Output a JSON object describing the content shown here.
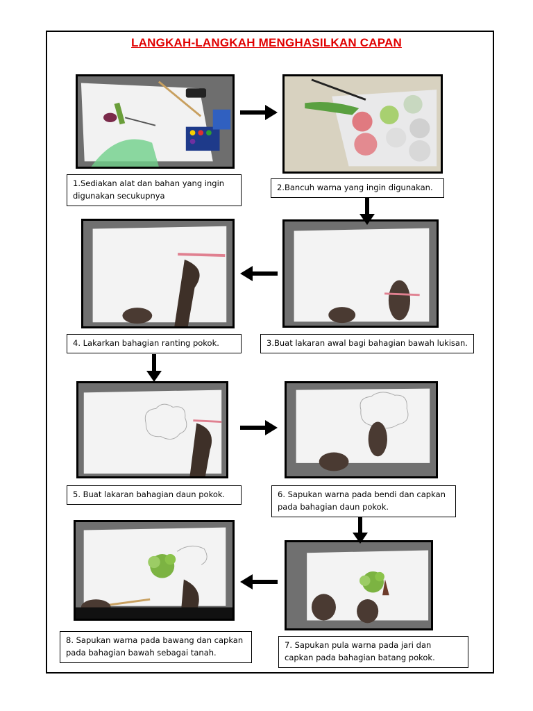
{
  "title": "LANGKAH-LANGKAH MENGHASILKAN CAPAN",
  "steps": [
    {
      "caption": "1.Sediakan alat dan bahan yang ingin digunakan secukupnya",
      "photo": "tools-and-materials-photo"
    },
    {
      "caption": "2.Bancuh warna yang ingin digunakan.",
      "photo": "mixing-paint-photo"
    },
    {
      "caption": "3.Buat lakaran awal bagi bahagian bawah lukisan.",
      "photo": "sketch-bottom-photo"
    },
    {
      "caption": "4. Lakarkan bahagian ranting pokok.",
      "photo": "sketch-branches-photo"
    },
    {
      "caption": "5. Buat lakaran bahagian daun pokok.",
      "photo": "sketch-leaves-photo"
    },
    {
      "caption": "6. Sapukan warna pada bendi dan capkan pada bahagian daun pokok.",
      "photo": "print-leaves-photo"
    },
    {
      "caption": "7. Sapukan pula warna pada jari dan capkan pada bahagian batang pokok.",
      "photo": "finger-print-trunk-photo"
    },
    {
      "caption": "8. Sapukan warna pada bawang dan capkan pada bahagian bawah sebagai tanah.",
      "photo": "onion-print-ground-photo"
    }
  ],
  "arrows": [
    "right",
    "down",
    "left",
    "down",
    "right",
    "down",
    "left"
  ],
  "colors": {
    "title": "#e00000",
    "border": "#000000",
    "leaves": "#7cb342",
    "trunk": "#6d3b2a"
  }
}
